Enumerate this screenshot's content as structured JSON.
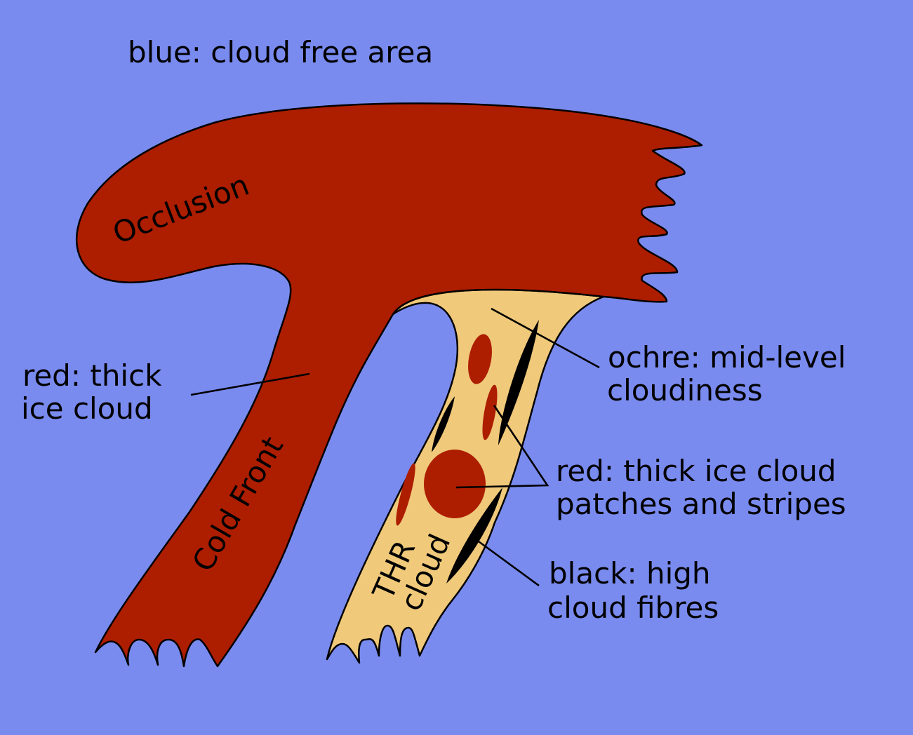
{
  "colors": {
    "background": "#7a8bef",
    "thick_ice_cloud": "#ad1d00",
    "mid_level_cloud": "#f0c97a",
    "high_cloud_fibres": "#000000"
  },
  "legend": {
    "blue": "blue: cloud free area",
    "red_line1": "red: thick",
    "red_line2": "ice cloud",
    "ochre_line1": "ochre: mid-level",
    "ochre_line2": "cloudiness",
    "patches_line1": "red: thick ice cloud",
    "patches_line2": "patches and stripes",
    "black_line1": "black: high",
    "black_line2": "cloud fibres"
  },
  "labels": {
    "occlusion": "Occlusion",
    "cold_front": "Cold Front",
    "thr_line1": "THR",
    "thr_line2": "cloud"
  }
}
